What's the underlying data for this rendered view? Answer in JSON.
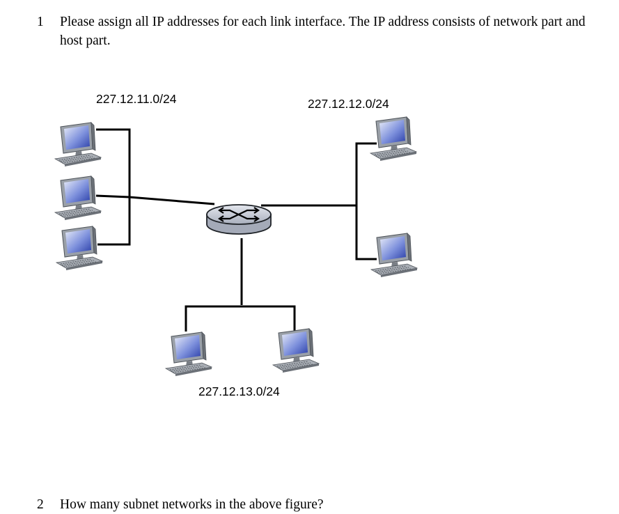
{
  "questions": [
    {
      "number": "1",
      "text": "Please assign all IP addresses for each link interface. The IP address consists of network part and host part."
    },
    {
      "number": "2",
      "text": "How many subnet networks in the above figure?"
    }
  ],
  "diagram": {
    "subnets": [
      {
        "label": "227.12.11.0/24"
      },
      {
        "label": "227.12.12.0/24"
      },
      {
        "label": "227.12.13.0/24"
      }
    ],
    "icons": {
      "router": "router-icon",
      "host": "desktop-computer-icon"
    },
    "colors": {
      "line": "#000000",
      "screen": "#4a63c9",
      "monitor": "#8a8f96",
      "router": "#c7ccd6"
    }
  }
}
